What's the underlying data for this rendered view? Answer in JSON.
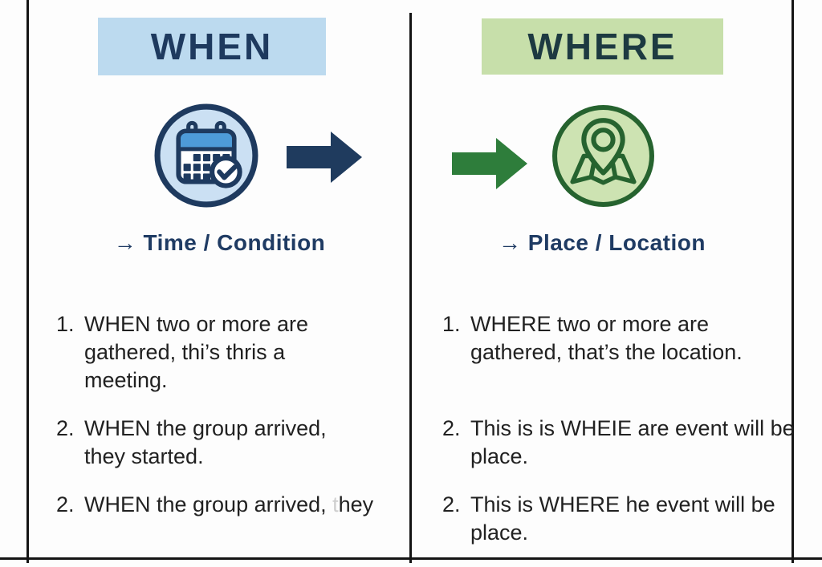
{
  "left": {
    "header": "WHEN",
    "icon": "calendar-check-icon",
    "arrow": "right-arrow-icon",
    "caption": "→ Time / Condition",
    "items": [
      {
        "num": "1.",
        "lines": [
          "WHEN two or more are",
          "gathered, thi’s thris a",
          "meeting."
        ]
      },
      {
        "num": "2.",
        "lines": [
          "WHEN the group arrived,",
          "they started."
        ]
      },
      {
        "num": "2.",
        "prefix": "WHEN the group arrived, ",
        "faded": "t",
        "rest": "hey"
      }
    ]
  },
  "right": {
    "header": "WHERE",
    "icon": "map-pin-icon",
    "arrow": "right-arrow-icon",
    "caption": "→ Place / Location",
    "items": [
      {
        "num": "1.",
        "lines": [
          "WHERE two or more are",
          "gathered, that’s the location."
        ]
      },
      {
        "num": "2.",
        "lines": [
          "This is is WHEIE are event will be",
          "place."
        ]
      },
      {
        "num": "2.",
        "lines": [
          "This is WHERE he event will be",
          "place."
        ]
      }
    ]
  },
  "colors": {
    "when_header_bg": "#BCDAEF",
    "when_header_text": "#1E3A5F",
    "where_header_bg": "#C7DFAA",
    "where_header_text": "#1D3A41",
    "navy_arrow": "#1F3B5E",
    "green_arrow": "#2E7D3B",
    "caption_text": "#1F3B63",
    "body_text": "#212121",
    "calendar_circle_bg": "#CBE0F3",
    "calendar_accent": "#4E9BD8",
    "map_circle_bg": "#CDE3B2",
    "map_stroke": "#26632F",
    "frame_line": "#141414"
  }
}
